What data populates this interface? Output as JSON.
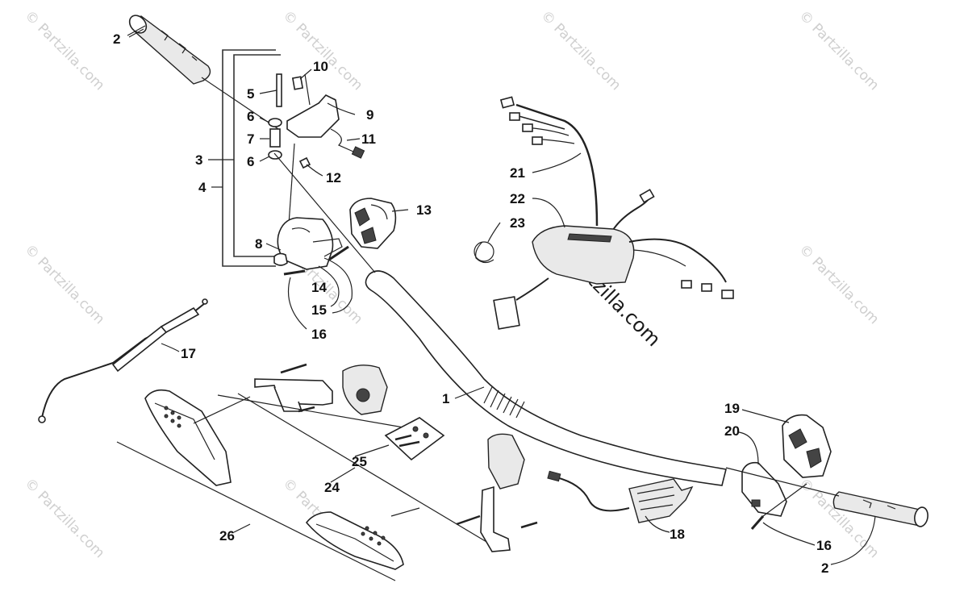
{
  "watermark": {
    "text": "© Partzilla.com",
    "large_text": "© Partzilla.com"
  },
  "callouts": [
    "1",
    "2",
    "3",
    "4",
    "5",
    "6",
    "7",
    "8",
    "9",
    "10",
    "11",
    "12",
    "13",
    "14",
    "15",
    "16",
    "17",
    "18",
    "19",
    "20",
    "21",
    "22",
    "23",
    "24",
    "25",
    "26"
  ],
  "callout_2_right": "2",
  "callout_6_lower": "6",
  "callout_16_right": "16",
  "colors": {
    "line": "#222222",
    "watermark": "#cfcfcf",
    "background": "#ffffff"
  }
}
